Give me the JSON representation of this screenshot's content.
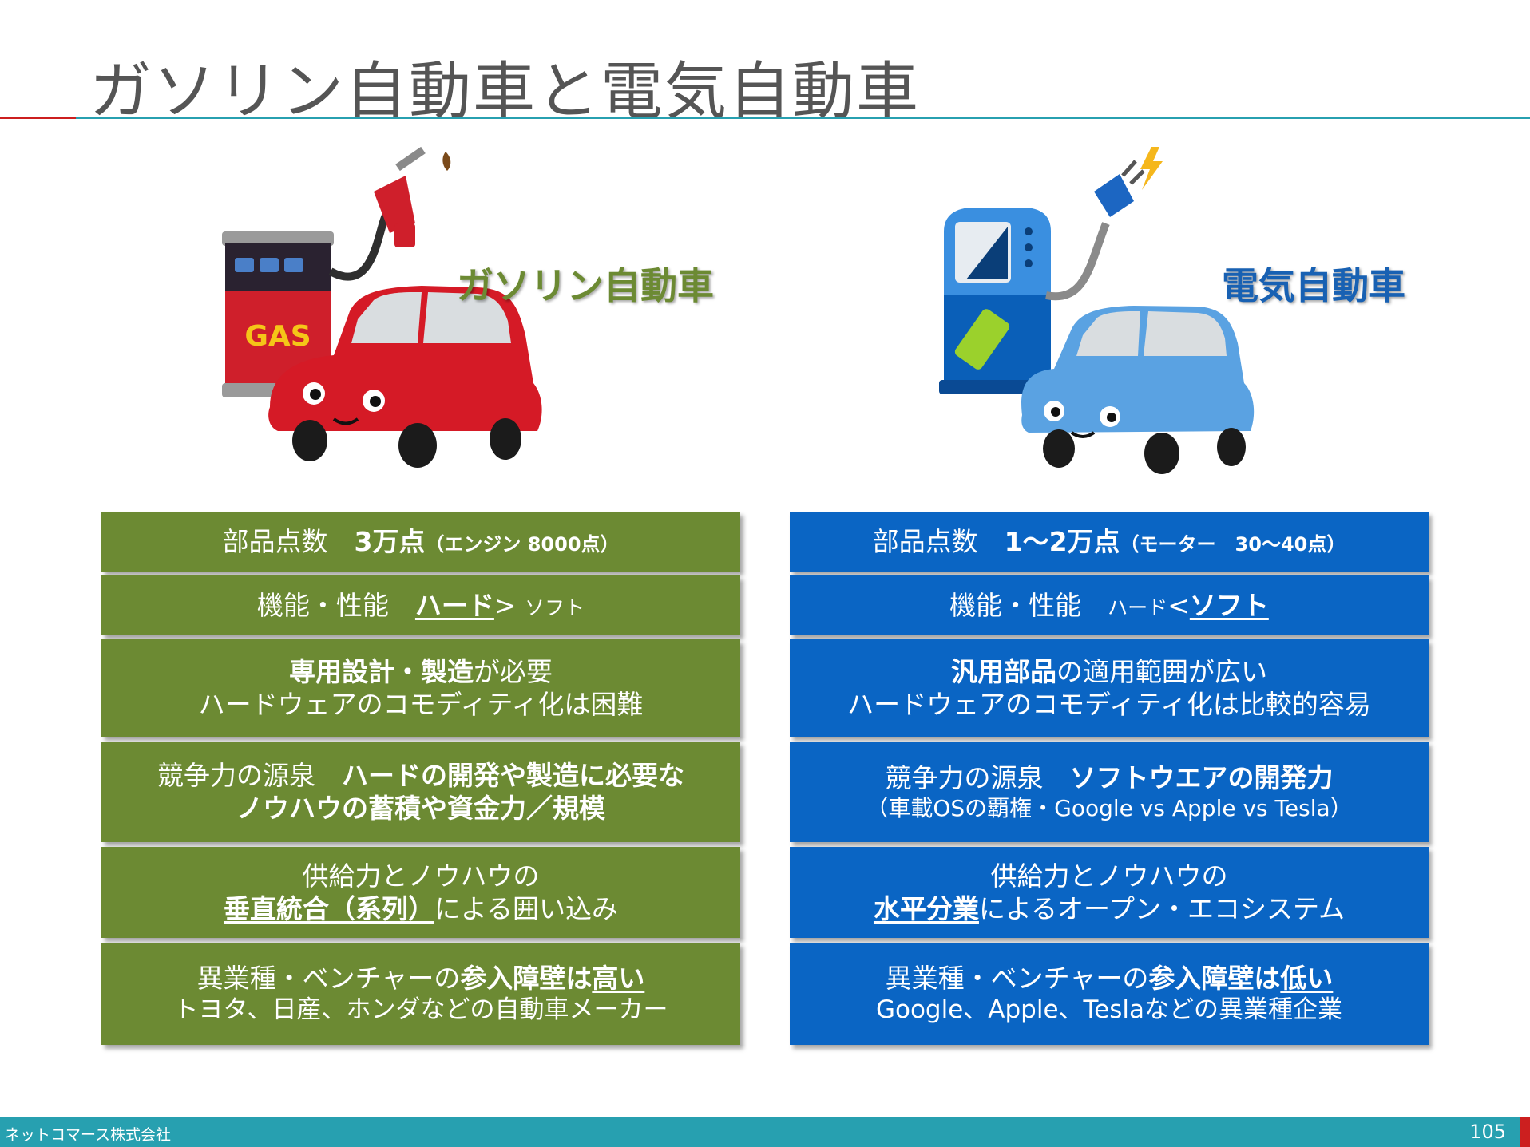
{
  "title": "ガソリン自動車と電気自動車",
  "colors": {
    "gas": "#6c8a33",
    "ev": "#0a65c4",
    "gas_label": "#6c8a33",
    "ev_label": "#1861b3",
    "footer": "#27a0b0",
    "accent_red": "#cc1f1f"
  },
  "gas": {
    "label": "ガソリン自動車",
    "pump_text": "GAS",
    "rows": [
      {
        "a": "部品点数　",
        "b": "3万点",
        "c": "（エンジン 8000点）"
      },
      {
        "a": "機能・性能　",
        "b": "ハード",
        "c": "> ",
        "d": "ソフト"
      },
      {
        "l1b": "専用設計・製造",
        "l1": "が必要",
        "l2": "ハードウェアのコモディティ化は困難"
      },
      {
        "l1": "競争力の源泉　",
        "l1b": "ハードの開発や製造に必要な",
        "l2b": "ノウハウの蓄積や資金力／規模"
      },
      {
        "l1": "供給力とノウハウの",
        "l2u": "垂直統合（系列）",
        "l2": "による囲い込み"
      },
      {
        "l1": "異業種・ベンチャーの",
        "l1b": "参入障壁は",
        "l1u": "高い",
        "l2": "トヨタ、日産、ホンダなどの自動車メーカー"
      }
    ]
  },
  "ev": {
    "label": "電気自動車",
    "rows": [
      {
        "a": "部品点数　",
        "b": "1～2万点",
        "c": "（モーター　30～40点）"
      },
      {
        "a": "機能・性能　",
        "b": "ハード",
        "c": "<",
        "d": "ソフト"
      },
      {
        "l1b": "汎用部品",
        "l1": "の適用範囲が広い",
        "l2": "ハードウェアのコモディティ化は比較的容易"
      },
      {
        "l1": "競争力の源泉　",
        "l1b": "ソフトウエアの開発力",
        "l2": "（車載OSの覇権・Google vs Apple vs Tesla）"
      },
      {
        "l1": "供給力とノウハウの",
        "l2u": "水平分業",
        "l2": "によるオープン・エコシステム"
      },
      {
        "l1": "異業種・ベンチャーの",
        "l1b": "参入障壁は",
        "l1u": "低い",
        "l2": "Google、Apple、Teslaなどの異業種企業"
      }
    ]
  },
  "footer": {
    "company": "ネットコマース株式会社",
    "page": "105"
  }
}
